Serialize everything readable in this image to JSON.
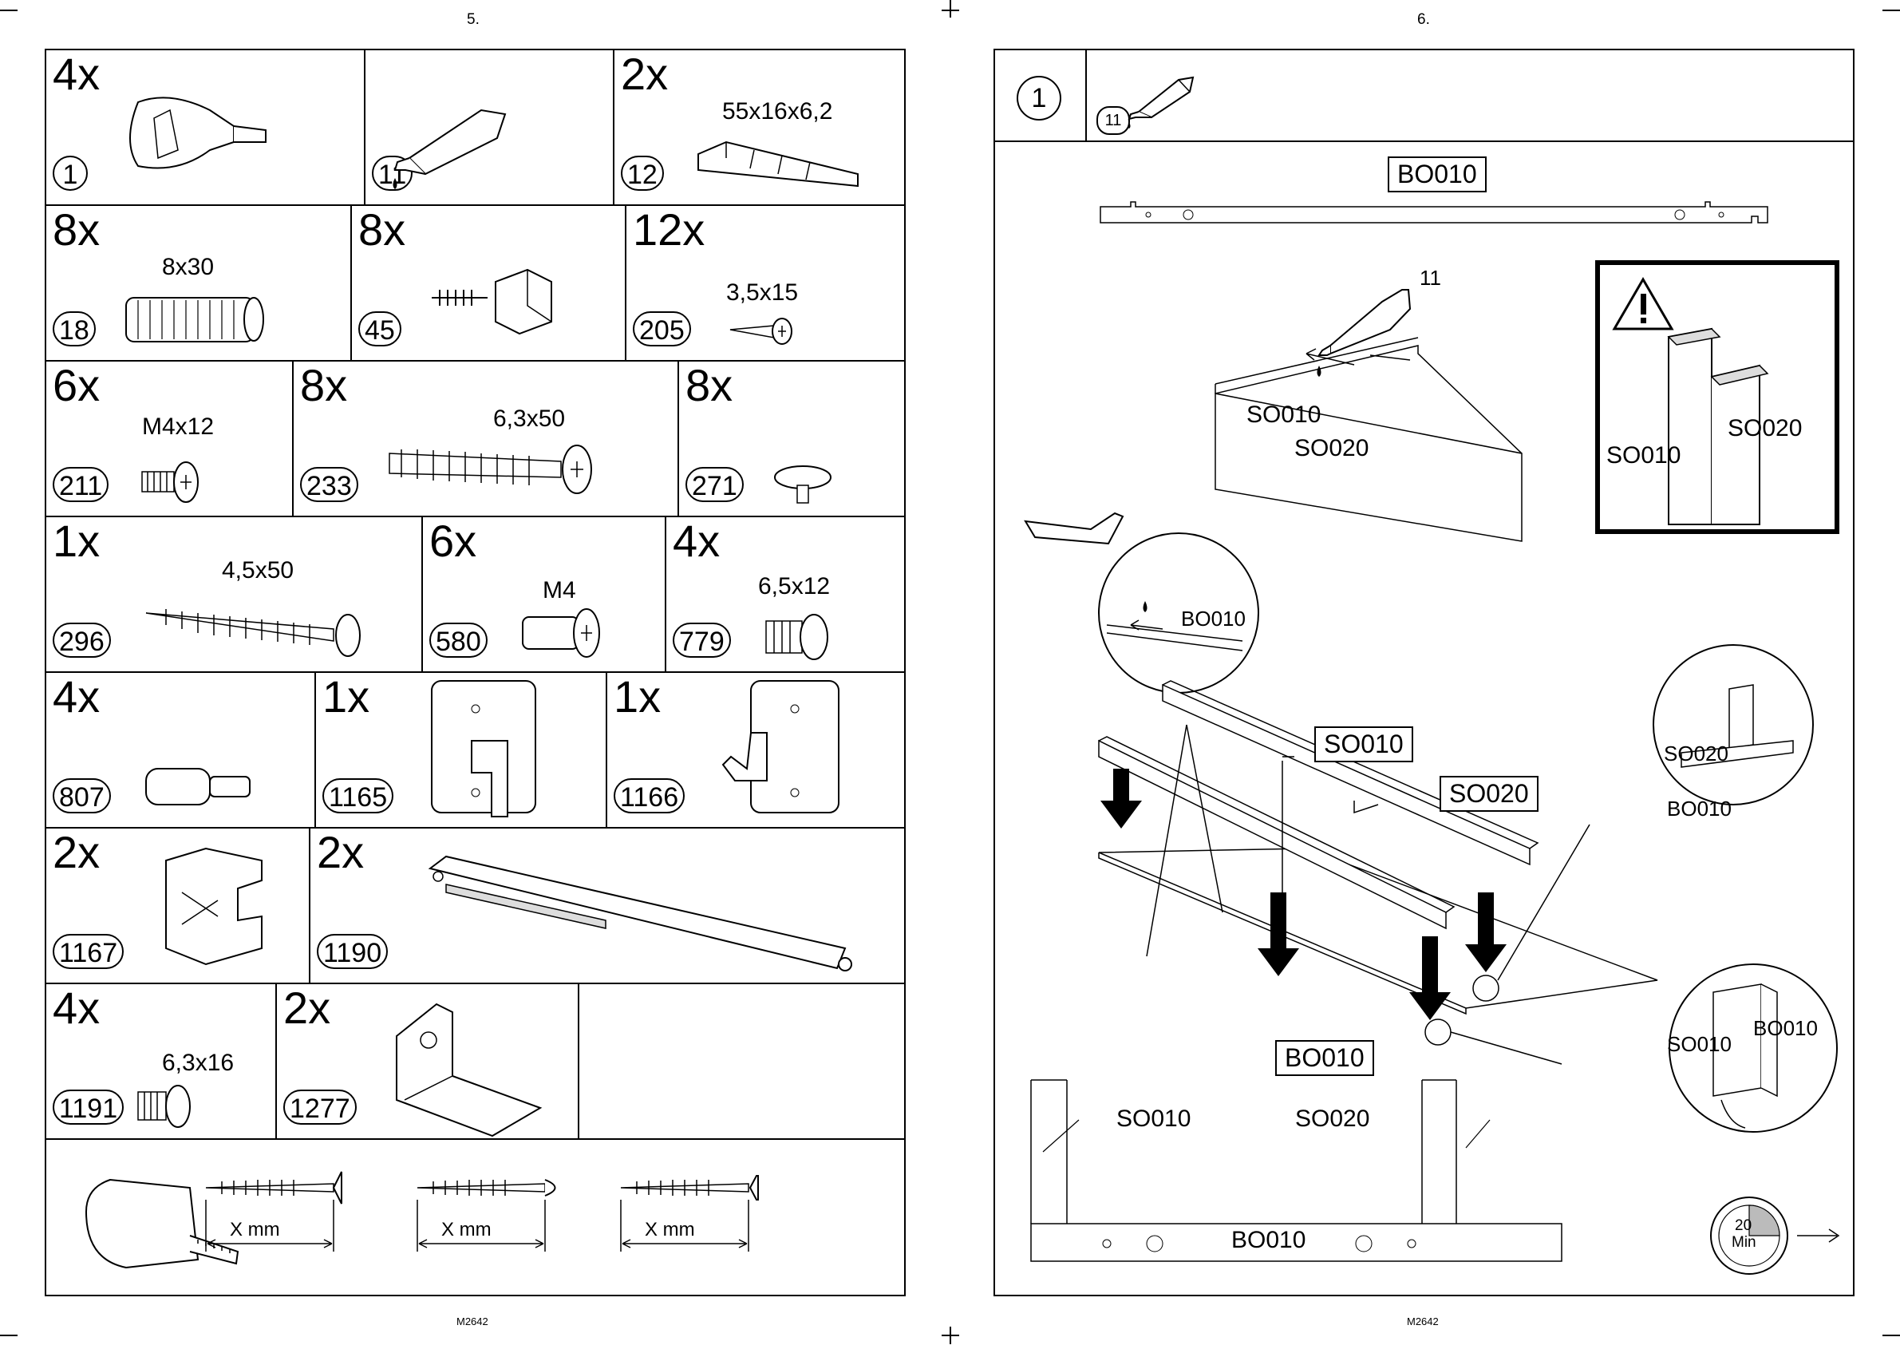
{
  "left_page": {
    "page_number": "5.",
    "doc_code": "M2642",
    "rows": [
      [
        {
          "qty": "4x",
          "id": "1",
          "dim": "",
          "icon": "cam-fitting-icon"
        },
        {
          "qty": "",
          "id": "11",
          "dim": "",
          "icon": "glue-tube-icon"
        },
        {
          "qty": "2x",
          "id": "12",
          "dim": "55x16x6,2",
          "icon": "wedge-icon"
        }
      ],
      [
        {
          "qty": "8x",
          "id": "18",
          "dim": "8x30",
          "icon": "dowel-icon"
        },
        {
          "qty": "8x",
          "id": "45",
          "dim": "",
          "icon": "corner-bracket-screw-icon"
        },
        {
          "qty": "12x",
          "id": "205",
          "dim": "3,5x15",
          "icon": "small-screw-icon"
        }
      ],
      [
        {
          "qty": "6x",
          "id": "211",
          "dim": "M4x12",
          "icon": "machine-screw-icon"
        },
        {
          "qty": "8x",
          "id": "233",
          "dim": "6,3x50",
          "icon": "confirmat-screw-icon"
        },
        {
          "qty": "8x",
          "id": "271",
          "dim": "",
          "icon": "cover-cap-icon"
        }
      ],
      [
        {
          "qty": "1x",
          "id": "296",
          "dim": "4,5x50",
          "icon": "wood-screw-icon"
        },
        {
          "qty": "6x",
          "id": "580",
          "dim": "M4",
          "icon": "connector-nut-icon"
        },
        {
          "qty": "4x",
          "id": "779",
          "dim": "6,5x12",
          "icon": "euro-screw-icon"
        }
      ],
      [
        {
          "qty": "4x",
          "id": "807",
          "dim": "",
          "icon": "shelf-pin-icon"
        },
        {
          "qty": "1x",
          "id": "1165",
          "dim": "",
          "icon": "hanger-plate-icon"
        },
        {
          "qty": "1x",
          "id": "1166",
          "dim": "",
          "icon": "hanger-hook-icon"
        }
      ],
      [
        {
          "qty": "2x",
          "id": "1167",
          "dim": "",
          "icon": "guide-block-icon"
        },
        {
          "qty": "2x",
          "id": "1190",
          "dim": "",
          "icon": "soft-close-damper-icon"
        }
      ],
      [
        {
          "qty": "4x",
          "id": "1191",
          "dim": "6,3x16",
          "icon": "short-screw-icon"
        },
        {
          "qty": "2x",
          "id": "1277",
          "dim": "",
          "icon": "angle-bracket-icon"
        }
      ]
    ],
    "measure_labels": [
      "X mm",
      "X mm",
      "X mm"
    ]
  },
  "right_page": {
    "page_number": "6.",
    "doc_code": "M2642",
    "step_number": "1",
    "glue_ref": "11",
    "labels": {
      "bo010_top": "BO010",
      "glue_11": "11",
      "so010_a": "SO010",
      "so020_a": "SO020",
      "warn_so010": "SO010",
      "warn_so020": "SO020",
      "detail_bo010": "BO010",
      "so010_box": "SO010",
      "so020_box": "SO020",
      "det2_so020": "SO020",
      "det2_bo010": "BO010",
      "bo010_box": "BO010",
      "det3_so010": "SO010",
      "det3_bo010": "BO010",
      "bottom_so010": "SO010",
      "bottom_so020": "SO020",
      "bottom_bo010": "BO010",
      "timer_value": "20",
      "timer_unit": "Min"
    }
  }
}
